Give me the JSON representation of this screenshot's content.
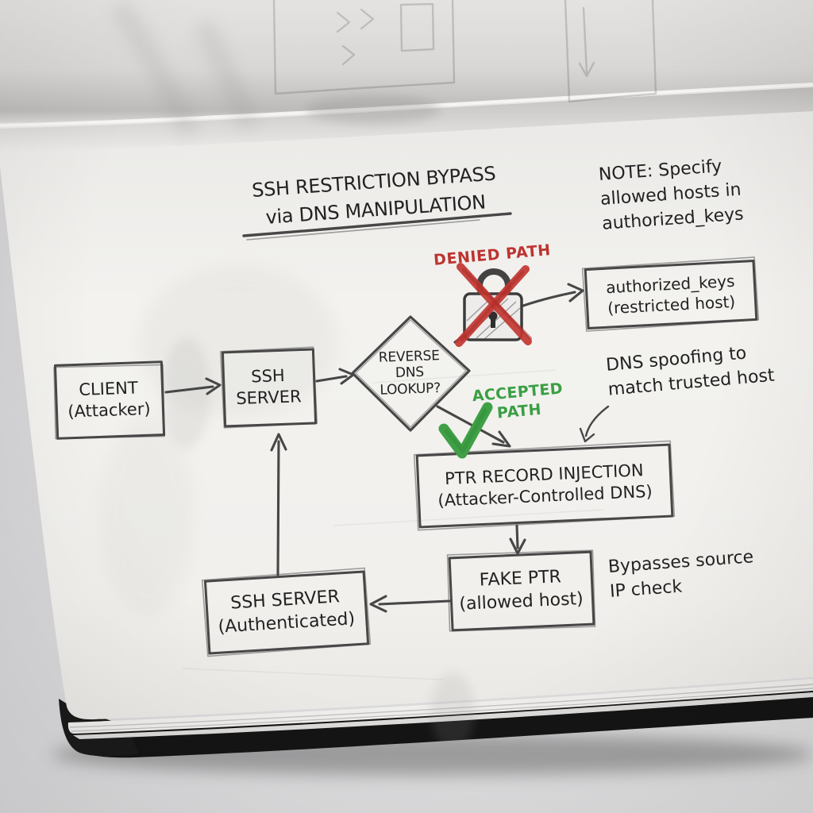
{
  "title": {
    "text": "SSH RESTRICTION BYPASS\nvia DNS MANIPULATION"
  },
  "note": {
    "text": "NOTE: Specify\nallowed hosts in\nauthorized_keys"
  },
  "path_labels": {
    "denied": "DENIED PATH",
    "accepted": "ACCEPTED\nPATH"
  },
  "nodes": {
    "client": {
      "label": "CLIENT\n(Attacker)"
    },
    "ssh_server": {
      "label": "SSH\nSERVER"
    },
    "reverse_dns": {
      "label": "REVERSE\nDNS\nLOOKUP?"
    },
    "authorized_keys": {
      "label": "authorized_keys\n(restricted host)"
    },
    "ptr_injection": {
      "label": "PTR RECORD INJECTION\n(Attacker-Controlled DNS)"
    },
    "fake_ptr": {
      "label": "FAKE PTR\n(allowed host)"
    },
    "ssh_auth": {
      "label": "SSH SERVER\n(Authenticated)"
    }
  },
  "annotations": {
    "dns_spoofing": "DNS spoofing to\nmatch trusted host",
    "bypasses": "Bypasses source\nIP check"
  },
  "icons": {
    "lock": "padlock-icon",
    "cross": "red-x-mark-icon",
    "check": "green-checkmark-icon"
  },
  "colors": {
    "paper": "#f0efec",
    "pencil": "#474747",
    "ink": "#222222",
    "denied_red": "#bc3430",
    "accepted_green": "#3a9f44",
    "cover_black": "#161616",
    "surface_gray": "#d5d5d7"
  }
}
